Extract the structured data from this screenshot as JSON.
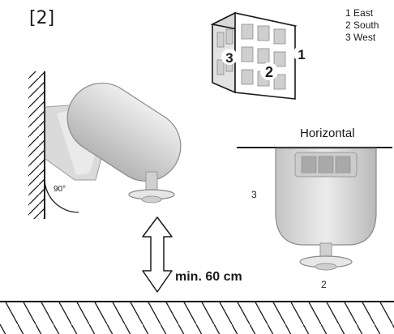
{
  "figure_label": "[2]",
  "legend": [
    {
      "num": "1",
      "text": "East"
    },
    {
      "num": "2",
      "text": "South"
    },
    {
      "num": "3",
      "text": "West"
    }
  ],
  "building_labels": {
    "east": "1",
    "south": "2",
    "west": "3"
  },
  "horizontal_label": "Horizontal",
  "side_labels": {
    "west": "3",
    "south": "2"
  },
  "angle_label": "90°",
  "distance_label": "min. 60 cm",
  "colors": {
    "sensor_fill": "#d9d9d9",
    "sensor_stroke": "#8a8a8a",
    "hatch": "#1a1a1a",
    "building_face": "#efefef"
  }
}
